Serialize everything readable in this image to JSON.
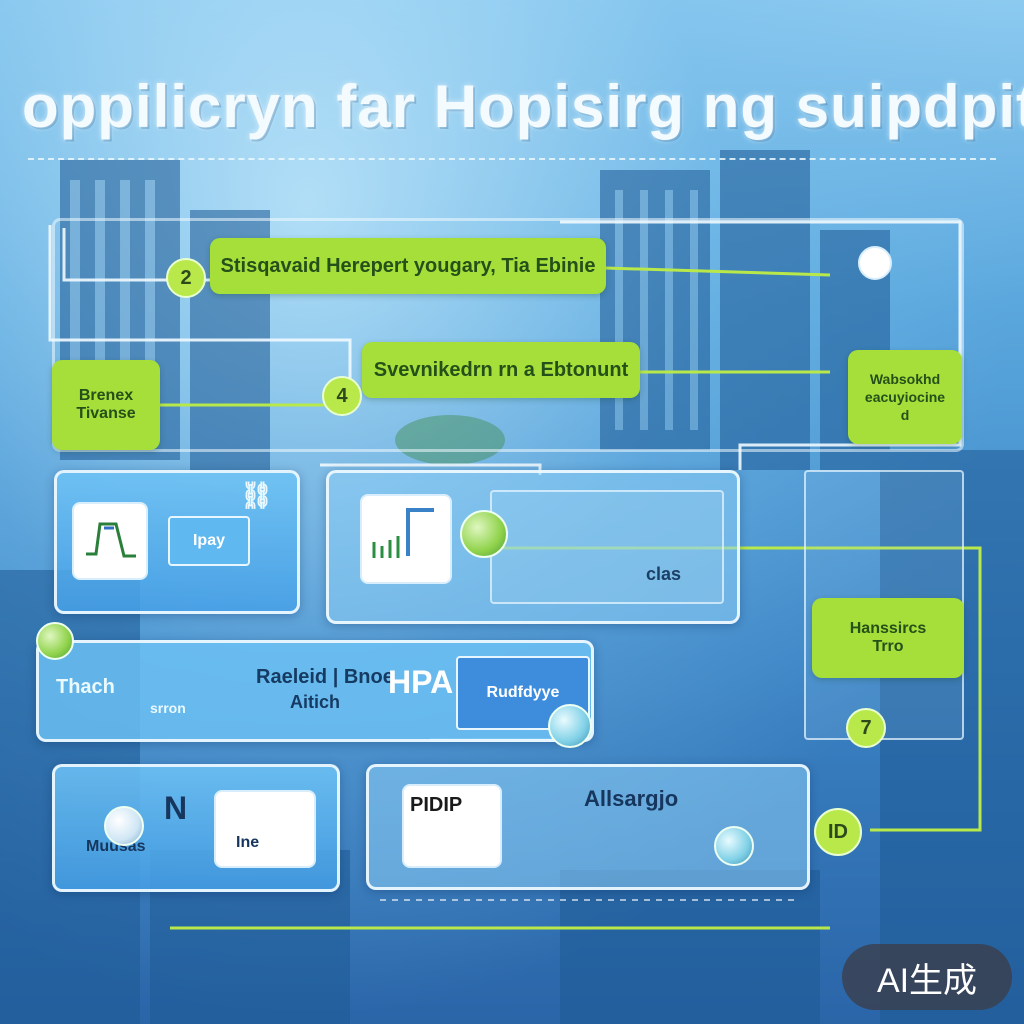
{
  "title": "oppilicryn far Hopisirg ng suipdpity",
  "nodes": {
    "node_2": {
      "badge": "2",
      "label": "Stisqavaid Herepert yougary, Tia Ebinie"
    },
    "node_4": {
      "badge": "4",
      "label": "Svevnikedrn rn a Ebtonunt"
    },
    "left_box": {
      "line1": "Brenex",
      "line2": "Tivanse"
    },
    "right_box": {
      "line1": "Wabsokhd",
      "line2": "eacuyiocine",
      "line3": "d"
    },
    "mid_card_1": {
      "chip": "Ipay"
    },
    "mid_card_2": {
      "label": "clas"
    },
    "right_panel": {
      "line1": "Hanssircs",
      "line2": "Trro"
    },
    "badge_7": "7",
    "row_card": {
      "left": "Thach",
      "left_sub": "srron",
      "mid": "Raeleid | Bnoe",
      "mid_sub": "Aitich",
      "logo": "HPA"
    },
    "row_chip": {
      "label": "Rudfdyye"
    },
    "bottom_left": {
      "letter": "N",
      "sub": "Muusas",
      "tile_text": "Ine"
    },
    "bottom_mid": {
      "tile_text": "PIDIP",
      "label": "Allsargjo"
    },
    "bottom_right": {
      "label": "ID"
    }
  },
  "watermark": "AI生成",
  "colors": {
    "accent_green": "#a6df3a",
    "card_blue": "#5fb8f0",
    "frame": "#f0faff"
  },
  "icons": [
    "line-chart-icon",
    "bar-chart-icon",
    "link-icon",
    "globe-icon",
    "camera-icon"
  ]
}
